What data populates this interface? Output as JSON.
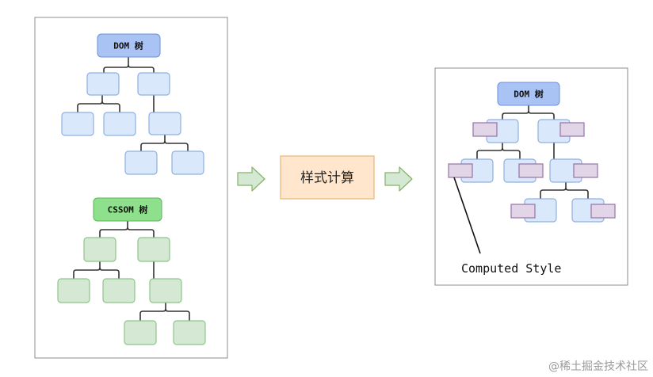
{
  "left_panel": {
    "dom_root_label": "DOM 树",
    "cssom_root_label": "CSSOM 树"
  },
  "process": {
    "label": "样式计算"
  },
  "right_panel": {
    "dom_root_label": "DOM 树",
    "annotation": "Computed Style"
  },
  "watermark": "@稀土掘金技术社区",
  "colors": {
    "dom_root_fill": "#a9c3f5",
    "dom_root_stroke": "#6d8fd9",
    "dom_node_fill": "#dae8fc",
    "dom_node_stroke": "#8fb0e0",
    "cssom_root_fill": "#8fe08c",
    "cssom_root_stroke": "#5bb55a",
    "cssom_node_fill": "#d5e8d4",
    "cssom_node_stroke": "#8ec58a",
    "style_fill": "#e1d5e7",
    "style_stroke": "#9673a6",
    "process_fill": "#ffe6cc",
    "process_stroke": "#e6b873",
    "arrow_fill": "#d5e8d4",
    "arrow_stroke": "#82b366",
    "panel_stroke": "#8c8c8c"
  }
}
